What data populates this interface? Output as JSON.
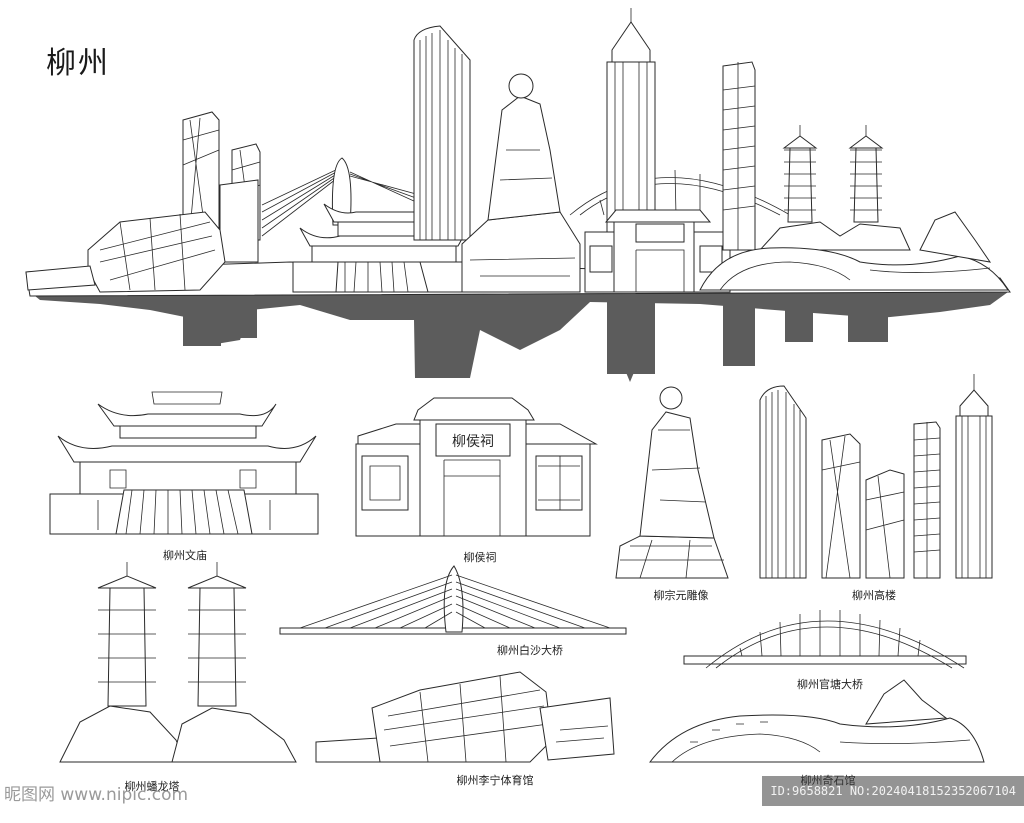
{
  "title": "柳州",
  "captions": {
    "wenmiao": "柳州文庙",
    "houci": "柳侯祠",
    "statue": "柳宗元雕像",
    "towers": "柳州高楼",
    "baisha": "柳州白沙大桥",
    "guantang": "柳州官塘大桥",
    "pagodas": "柳州蟠龙塔",
    "lining": "柳州李宁体育馆",
    "qishi": "柳州奇石馆"
  },
  "gate_plaque": "柳侯祠",
  "watermark": {
    "site": "昵图网 www.nipic.com",
    "id": "ID:9658821 NO:20240418152352067104"
  },
  "colors": {
    "line": "#2a2a2a",
    "reflection": "#5c5c5c",
    "background": "#ffffff"
  }
}
